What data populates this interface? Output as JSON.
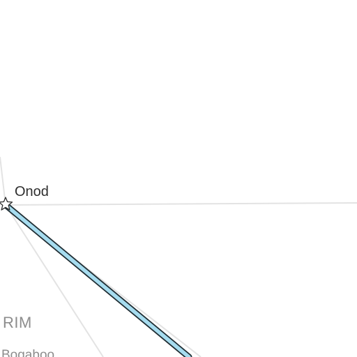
{
  "map": {
    "colors": {
      "background": "#ffffff",
      "road": "#e3e3e3",
      "route_fill": "#a6dcef",
      "route_outline": "#1f2d33",
      "marker_fill": "#ffffff",
      "marker_stroke": "#2b2b2b",
      "place_label": "#2e2e2e",
      "area_label": "#8d8d8d"
    },
    "place": {
      "name": "Onod",
      "marker_icon": "star-icon"
    },
    "area_labels": [
      "RIM",
      "Bogaboo"
    ]
  }
}
